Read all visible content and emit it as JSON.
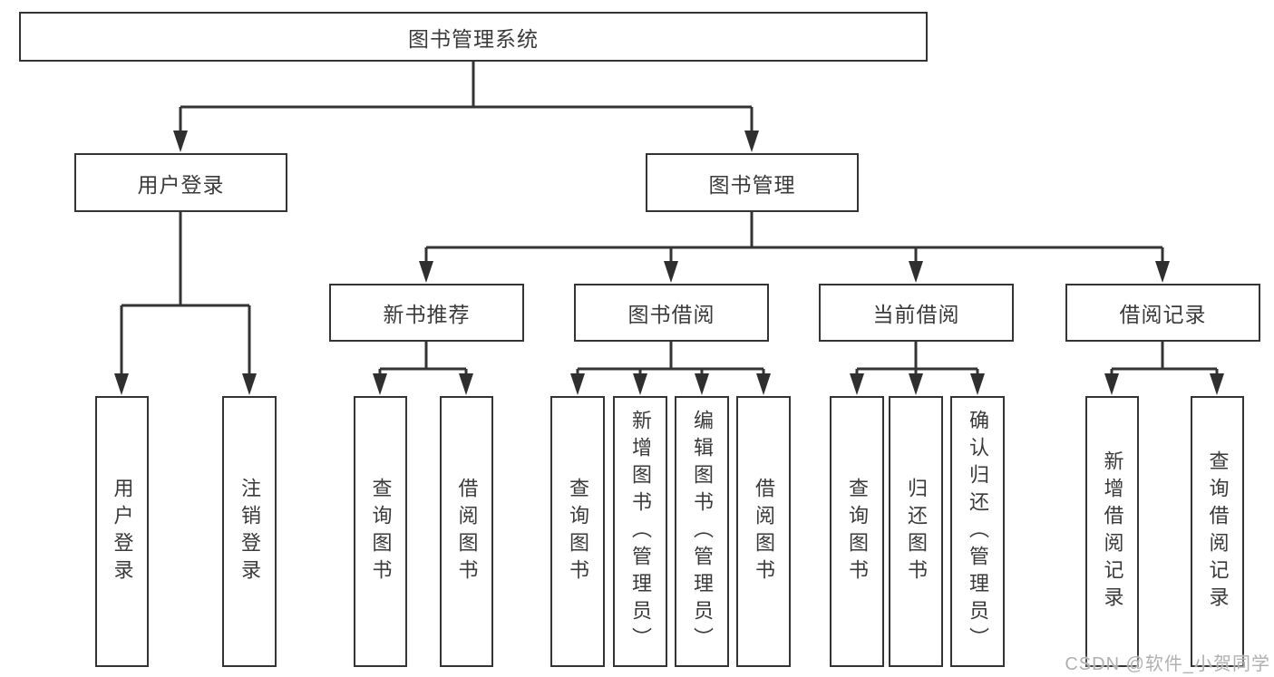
{
  "diagram": {
    "root": {
      "label": "图书管理系统"
    },
    "level1": [
      {
        "label": "用户登录",
        "leaves": [
          "用户登录",
          "注销登录"
        ]
      },
      {
        "label": "图书管理",
        "children": [
          {
            "label": "新书推荐",
            "leaves": [
              "查询图书",
              "借阅图书"
            ]
          },
          {
            "label": "图书借阅",
            "leaves": [
              "查询图书",
              "新增图书（管理员）",
              "编辑图书（管理员）",
              "借阅图书"
            ]
          },
          {
            "label": "当前借阅",
            "leaves": [
              "查询图书",
              "归还图书",
              "确认归还（管理员）"
            ]
          },
          {
            "label": "借阅记录",
            "leaves": [
              "新增借阅记录",
              "查询借阅记录"
            ]
          }
        ]
      }
    ],
    "watermark": "CSDN @软件_小贺同学",
    "colors": {
      "line": "#343434",
      "text": "#3a3a3a",
      "background": "#ffffff",
      "watermark": "#b0b0b0"
    }
  }
}
